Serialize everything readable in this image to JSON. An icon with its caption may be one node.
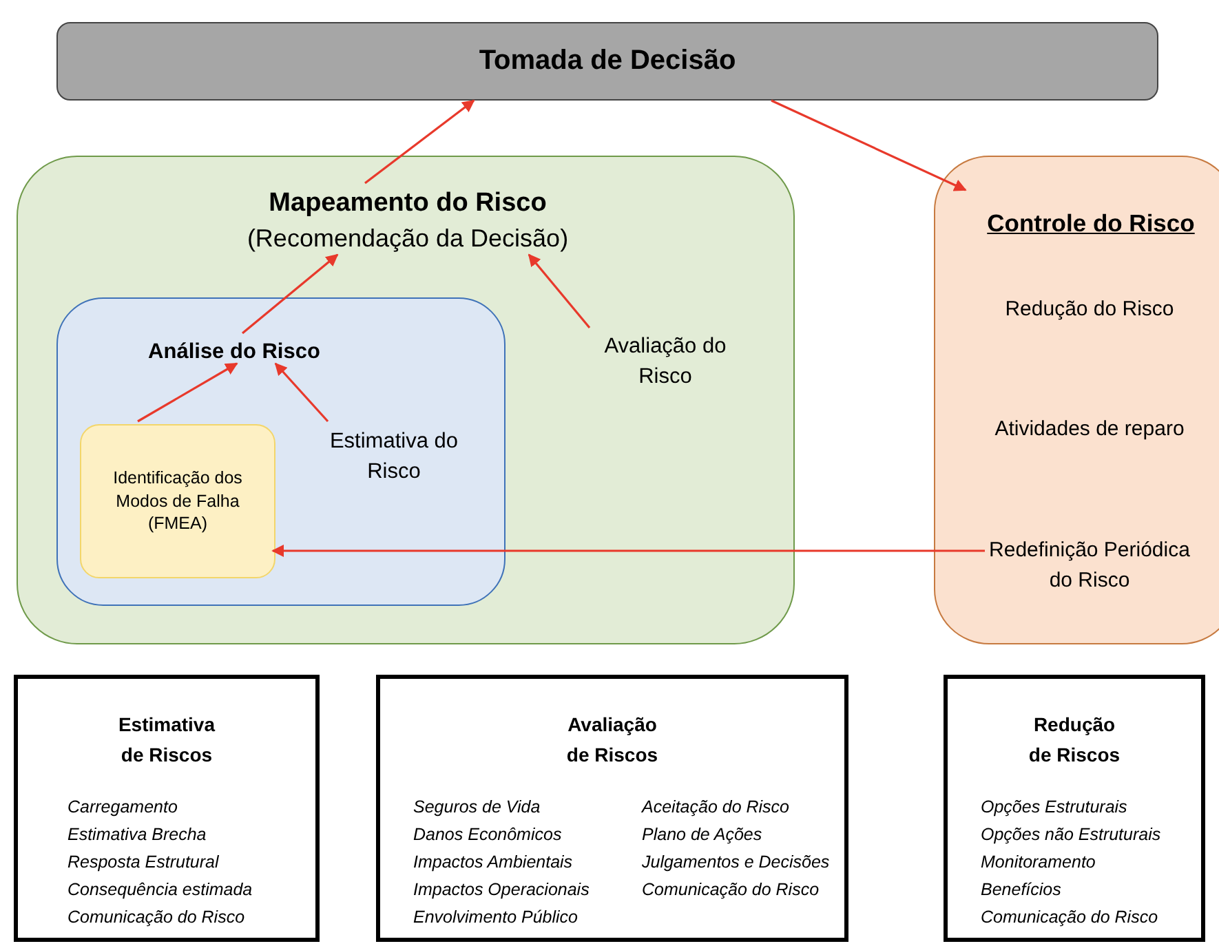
{
  "diagram": {
    "nodes": [
      {
        "text": [
          "Tomada de Decisão"
        ]
      },
      {
        "text": [],
        "shape": "box"
      },
      {
        "text": [
          "Mapeamento do Risco",
          "(Recomendação da Decisão)"
        ],
        "in": 1
      },
      {
        "text": [],
        "shape": "box",
        "in": 1
      },
      {
        "text": [
          "Análise do Risco"
        ],
        "in": 3
      },
      {
        "text": [
          "Identificação dos Modos de Falha (FMEA)"
        ],
        "in": 3
      },
      {
        "text": [
          "Estimativa do Risco"
        ],
        "in": 3
      },
      {
        "text": [
          "Avaliação do Risco"
        ],
        "in": 1
      },
      {
        "text": [
          "Controle do Risco"
        ]
      },
      {
        "text": [
          "Redução do Risco"
        ],
        "in": 8
      },
      {
        "text": [
          "Atividades de reparo"
        ],
        "in": 8
      },
      {
        "text": [
          "Redefinição Periódica do Risco"
        ],
        "in": 8
      },
      {
        "text": [
          "Estimativa de Riscos",
          "Carregamento",
          "Estimativa Brecha",
          "Resposta Estrutural",
          "Consequência estimada",
          "Comunicação do Risco"
        ]
      },
      {
        "text": [
          "Avaliação de Riscos",
          "Seguros de Vida",
          "Danos Econômicos",
          "Impactos Ambientais",
          "Impactos Operacionais",
          "Envolvimento Público",
          "Aceitação do Risco",
          "Plano de Ações",
          "Julgamentos e Decisões",
          "Comunicação do Risco"
        ]
      },
      {
        "text": [
          "Redução de Riscos",
          "Opções Estruturais",
          "Opções não Estruturais",
          "Monitoramento",
          "Benefícios",
          "Comunicação do Risco"
        ]
      }
    ],
    "edges": [
      {
        "from": 2,
        "to": 0,
        "arrow": "to"
      },
      {
        "from": 0,
        "to": 8,
        "arrow": "to"
      },
      {
        "from": 4,
        "to": 2,
        "arrow": "to"
      },
      {
        "from": 7,
        "to": 2,
        "arrow": "to"
      },
      {
        "from": 5,
        "to": 4,
        "arrow": "to"
      },
      {
        "from": 6,
        "to": 4,
        "arrow": "to"
      },
      {
        "from": 11,
        "to": 5,
        "arrow": "to"
      }
    ]
  }
}
